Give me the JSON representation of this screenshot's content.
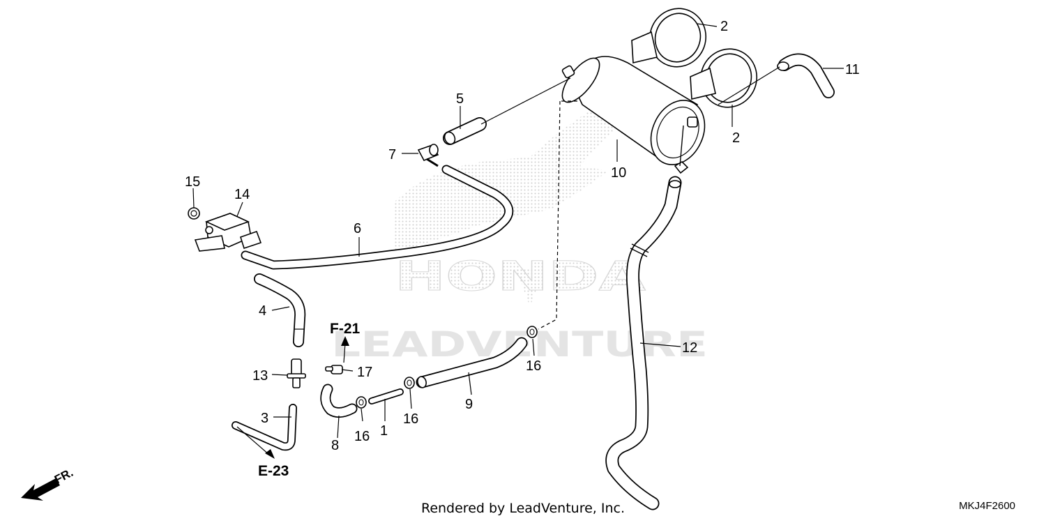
{
  "watermark": {
    "brand": "HONDA",
    "vendor": "LEADVENTURE"
  },
  "callouts": {
    "c1": "1",
    "c2a": "2",
    "c2b": "2",
    "c3": "3",
    "c4": "4",
    "c5": "5",
    "c6": "6",
    "c7": "7",
    "c8": "8",
    "c9": "9",
    "c10": "10",
    "c11": "11",
    "c12": "12",
    "c13": "13",
    "c14": "14",
    "c15": "15",
    "c16a": "16",
    "c16b": "16",
    "c16c": "16",
    "c17": "17"
  },
  "references": {
    "f21": "F-21",
    "e23": "E-23"
  },
  "direction_label": "FR.",
  "footer": {
    "credit": "Rendered by LeadVenture, Inc.",
    "diagram_code": "MKJ4F2600"
  }
}
